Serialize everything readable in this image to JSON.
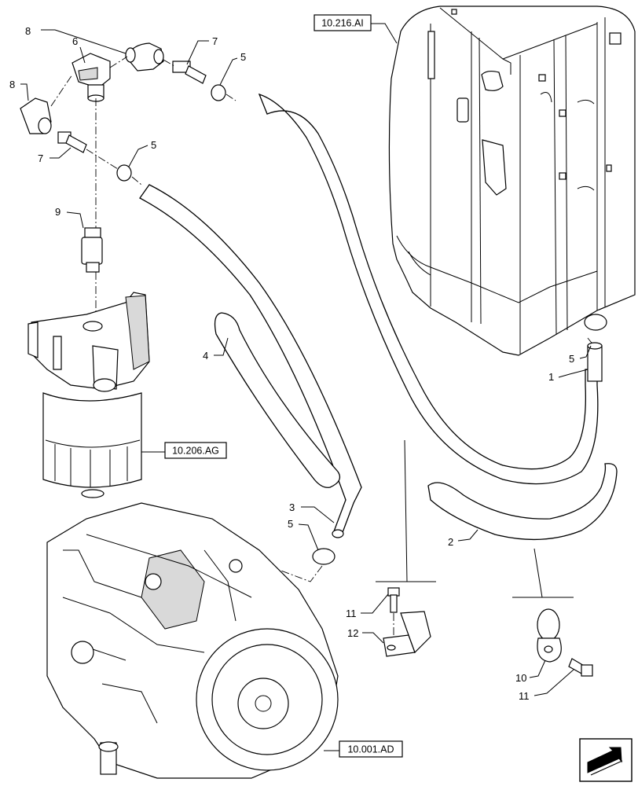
{
  "references": [
    {
      "id": "ref-cab",
      "label": "10.216.AI"
    },
    {
      "id": "ref-filter",
      "label": "10.206.AG"
    },
    {
      "id": "ref-engine",
      "label": "10.001.AD"
    }
  ],
  "callouts": [
    {
      "id": "c8a",
      "num": "8"
    },
    {
      "id": "c6",
      "num": "6"
    },
    {
      "id": "c7a",
      "num": "7"
    },
    {
      "id": "c5a",
      "num": "5"
    },
    {
      "id": "c8b",
      "num": "8"
    },
    {
      "id": "c7b",
      "num": "7"
    },
    {
      "id": "c5b",
      "num": "5"
    },
    {
      "id": "c9",
      "num": "9"
    },
    {
      "id": "c4",
      "num": "4"
    },
    {
      "id": "c5c",
      "num": "5"
    },
    {
      "id": "c1",
      "num": "1"
    },
    {
      "id": "c3",
      "num": "3"
    },
    {
      "id": "c5d",
      "num": "5"
    },
    {
      "id": "c2",
      "num": "2"
    },
    {
      "id": "c11a",
      "num": "11"
    },
    {
      "id": "c12",
      "num": "12"
    },
    {
      "id": "c10",
      "num": "10"
    },
    {
      "id": "c11b",
      "num": "11"
    }
  ],
  "nav": {
    "icon": "next-arrow-icon"
  }
}
